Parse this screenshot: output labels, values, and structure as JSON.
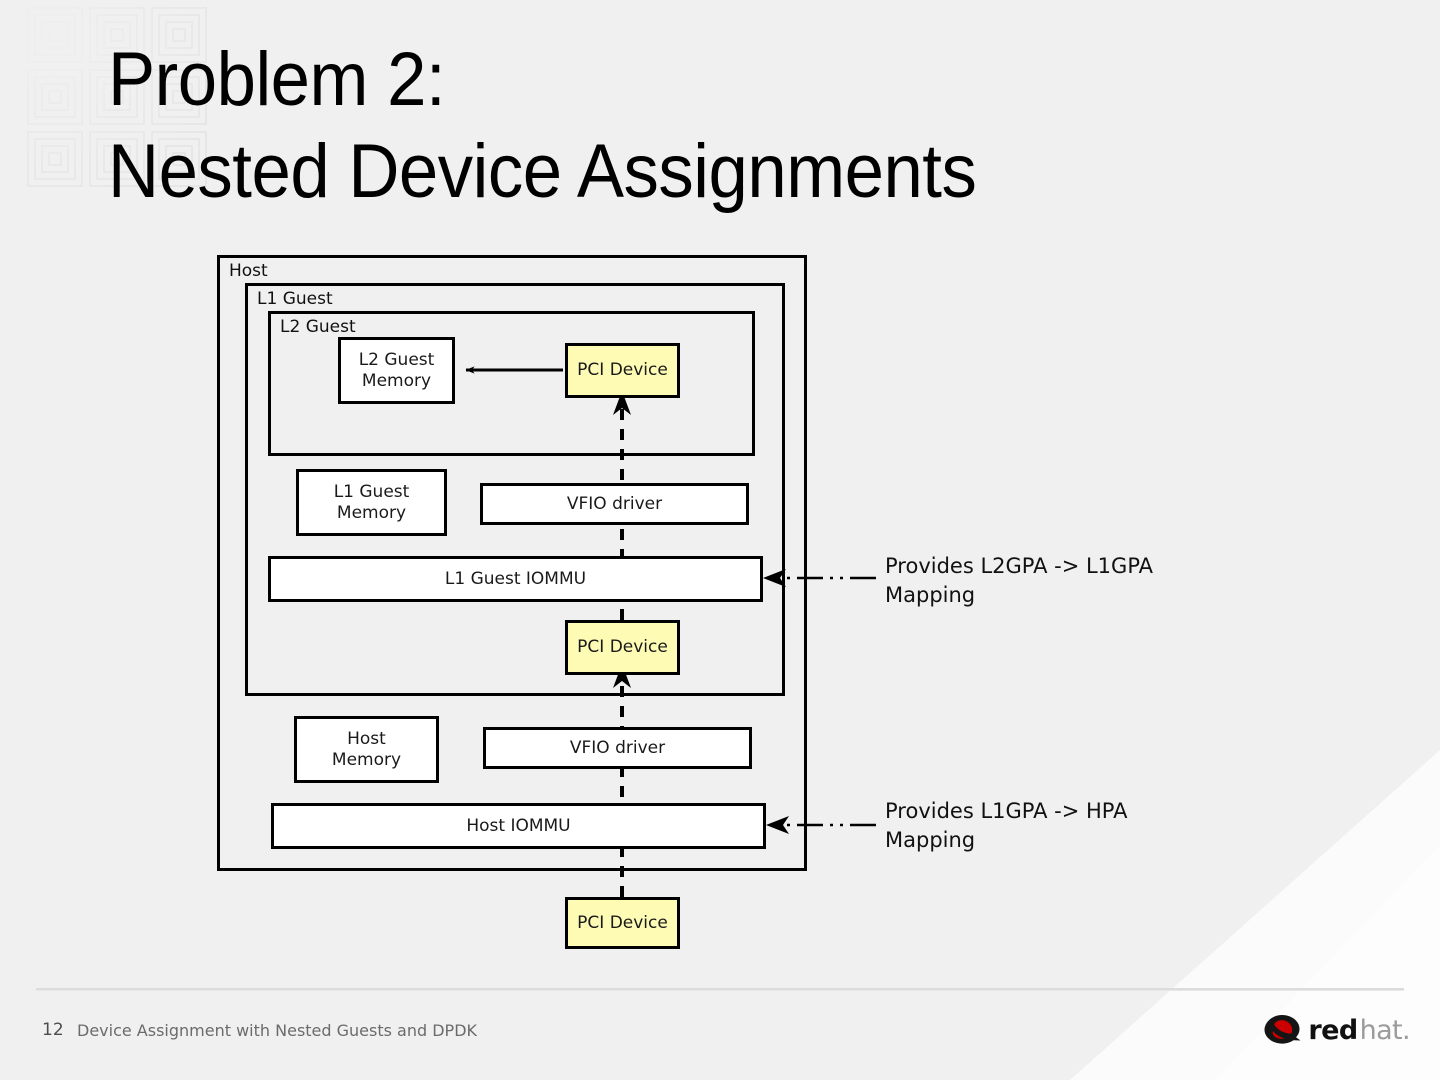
{
  "slide": {
    "title": "Problem 2:\nNested Device Assignments",
    "background_color": "#f0f0f0"
  },
  "diagram": {
    "containers": [
      {
        "name": "host",
        "label": "Host"
      },
      {
        "name": "l1-guest",
        "label": "L1 Guest"
      },
      {
        "name": "l2-guest",
        "label": "L2 Guest"
      }
    ],
    "boxes": [
      {
        "name": "l2-guest-memory",
        "label": "L2 Guest\nMemory",
        "fill": "#ffffff"
      },
      {
        "name": "pci-device-l2",
        "label": "PCI Device",
        "fill": "#fdfbb4"
      },
      {
        "name": "l1-guest-memory",
        "label": "L1 Guest\nMemory",
        "fill": "#ffffff"
      },
      {
        "name": "vfio-driver-l1",
        "label": "VFIO driver",
        "fill": "#ffffff"
      },
      {
        "name": "l1-guest-iommu",
        "label": "L1 Guest IOMMU",
        "fill": "#ffffff"
      },
      {
        "name": "pci-device-l1",
        "label": "PCI Device",
        "fill": "#fdfbb4"
      },
      {
        "name": "host-memory",
        "label": "Host\nMemory",
        "fill": "#ffffff"
      },
      {
        "name": "vfio-driver-host",
        "label": "VFIO driver",
        "fill": "#ffffff"
      },
      {
        "name": "host-iommu",
        "label": "Host IOMMU",
        "fill": "#ffffff"
      },
      {
        "name": "pci-device-host",
        "label": "PCI Device",
        "fill": "#fdfbb4"
      }
    ],
    "annotations": [
      {
        "name": "annotation-l2gpa",
        "text": "Provides L2GPA -> L1GPA\nMapping"
      },
      {
        "name": "annotation-l1gpa",
        "text": "Provides L1GPA -> HPA\nMapping"
      }
    ]
  },
  "footer": {
    "page_number": "12",
    "deck_title": "Device Assignment with Nested Guests and DPDK",
    "logo_red": "red",
    "logo_hat": "hat.",
    "logo_red_color": "#cc0000"
  }
}
